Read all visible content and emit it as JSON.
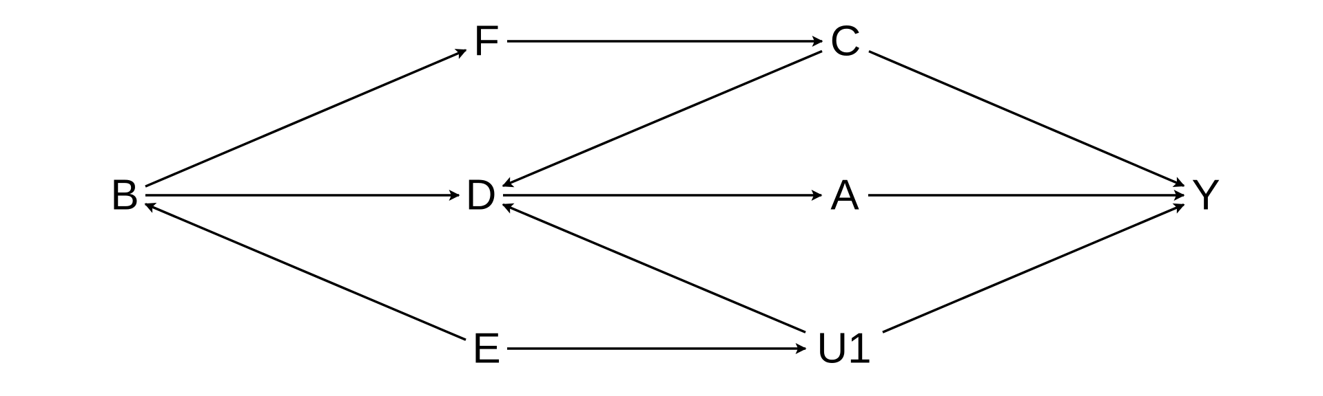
{
  "colors": {
    "background": "#ffffff",
    "ink": "#000000"
  },
  "nodes": [
    {
      "id": "B",
      "label": "B"
    },
    {
      "id": "F",
      "label": "F"
    },
    {
      "id": "C",
      "label": "C"
    },
    {
      "id": "D",
      "label": "D"
    },
    {
      "id": "A",
      "label": "A"
    },
    {
      "id": "Y",
      "label": "Y"
    },
    {
      "id": "E",
      "label": "E"
    },
    {
      "id": "U1",
      "label": "U1"
    }
  ],
  "edges": [
    {
      "from": "B",
      "to": "F"
    },
    {
      "from": "B",
      "to": "D"
    },
    {
      "from": "E",
      "to": "B"
    },
    {
      "from": "F",
      "to": "C"
    },
    {
      "from": "C",
      "to": "D"
    },
    {
      "from": "C",
      "to": "Y"
    },
    {
      "from": "D",
      "to": "A"
    },
    {
      "from": "A",
      "to": "Y"
    },
    {
      "from": "U1",
      "to": "D"
    },
    {
      "from": "U1",
      "to": "Y"
    },
    {
      "from": "E",
      "to": "U1"
    }
  ]
}
